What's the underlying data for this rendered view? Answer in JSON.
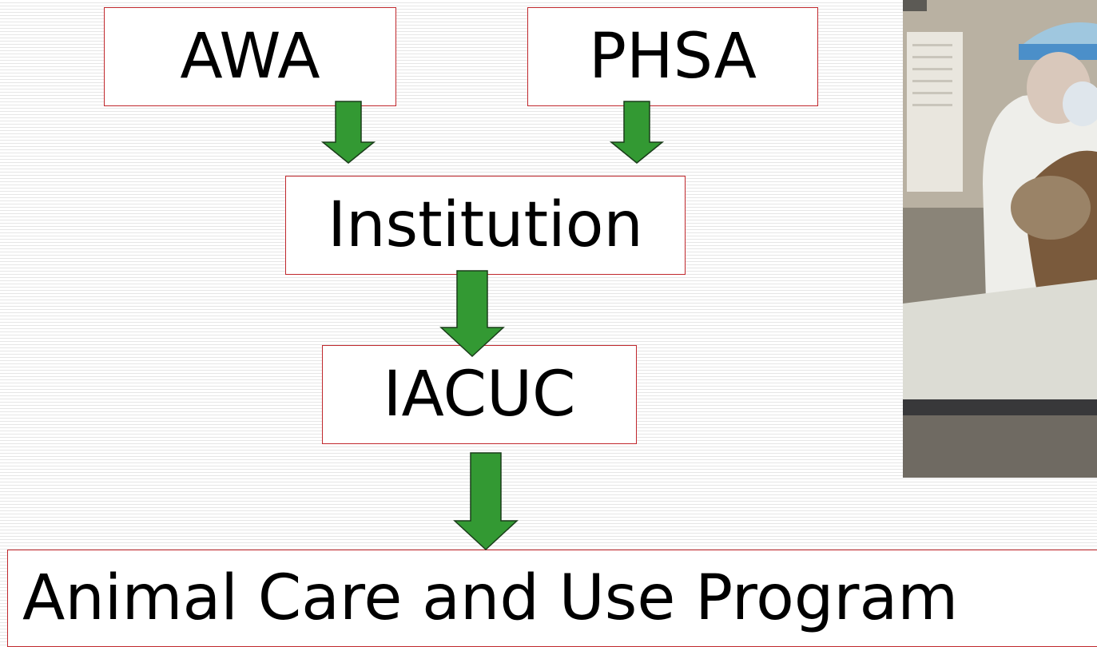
{
  "diagram": {
    "nodes": {
      "awa": "AWA",
      "phsa": "PHSA",
      "institution": "Institution",
      "iacuc": "IACUC",
      "program": "Animal Care and Use Program"
    },
    "edges": [
      [
        "AWA",
        "Institution"
      ],
      [
        "PHSA",
        "Institution"
      ],
      [
        "Institution",
        "IACUC"
      ],
      [
        "IACUC",
        "Animal Care and Use Program"
      ]
    ]
  },
  "colors": {
    "box_border": "#c0282d",
    "arrow_fill": "#339933",
    "arrow_stroke": "#1a3d1a"
  },
  "photo": {
    "description_icon": "photo-of-lab-worker-with-monkey"
  }
}
